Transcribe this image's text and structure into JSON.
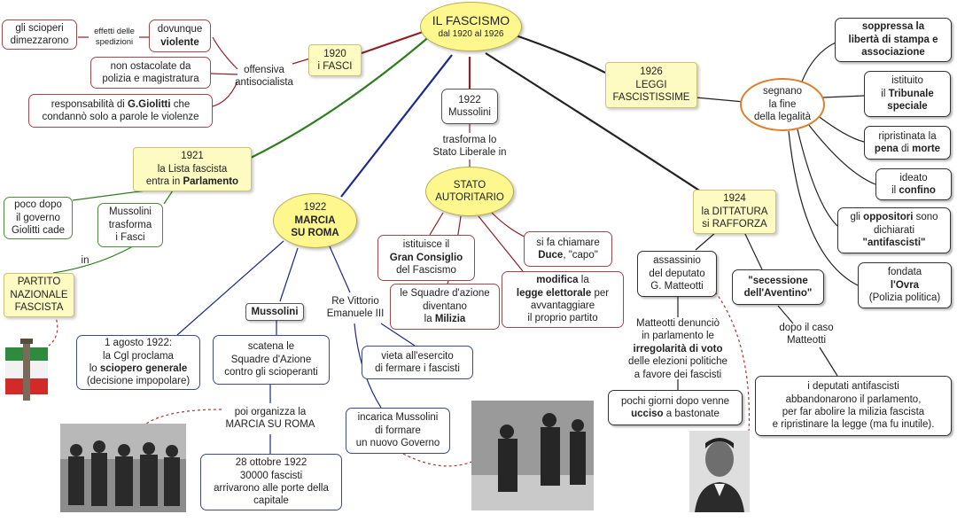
{
  "title": {
    "main": "IL FASCISMO",
    "sub": "dal 1920 al 1926"
  },
  "n1920": {
    "year": "1920",
    "label": "i FASCI"
  },
  "offensive": {
    "l1": "offensiva",
    "l2": "antisocialista"
  },
  "violente": {
    "l1": "dovunque",
    "l2": "violente"
  },
  "effetti": {
    "l1": "effetti delle",
    "l2": "spedizioni"
  },
  "scioperi": {
    "l1": "gli scioperi",
    "l2": "dimezzarono"
  },
  "polizia": {
    "l1": "non ostacolate da",
    "l2": "polizia e magistratura"
  },
  "giolitti_resp": {
    "l1a": "responsabilità di ",
    "l1b": "G.Giolitti",
    "l1c": " che",
    "l2": "condannò solo a parole le violenze"
  },
  "n1921": {
    "year": "1921",
    "l1": "la Lista fascista",
    "l2a": "entra in ",
    "l2b": "Parlamento"
  },
  "giolitti_cade": {
    "l1": "poco dopo",
    "l2": "il governo",
    "l3": "Giolitti cade"
  },
  "trasforma_fasci": {
    "l1": "Mussolini",
    "l2": "trasforma",
    "l3": "i Fasci"
  },
  "in": "in",
  "pnf": {
    "l1": "PARTITO",
    "l2": "NAZIONALE",
    "l3": "FASCISTA"
  },
  "marcia": {
    "year": "1922",
    "l1": "MARCIA",
    "l2": "SU ROMA"
  },
  "mussolini_lbl": "Mussolini",
  "re": {
    "l1": "Re Vittorio",
    "l2": "Emanuele III"
  },
  "cgl": {
    "l1": "1 agosto 1922:",
    "l2": "la Cgl proclama",
    "l3a": "lo ",
    "l3b": "sciopero generale",
    "l4": "(decisione impopolare)"
  },
  "scatena": {
    "l1": "scatena le",
    "l2": "Squadre d'Azione",
    "l3": "contro gli scioperanti"
  },
  "vieta": {
    "l1": "vieta all'esercito",
    "l2": "di fermare i fascisti"
  },
  "organizza": {
    "l1": "poi organizza la",
    "l2": "MARCIA SU ROMA"
  },
  "ottobre": {
    "l1": "28 ottobre 1922",
    "l2": "30000 fascisti",
    "l3": "arrivarono alle porte della",
    "l4": "capitale"
  },
  "incarica": {
    "l1": "incarica Mussolini",
    "l2": "di formare",
    "l3": "un nuovo Governo"
  },
  "n1922m": {
    "year": "1922",
    "label": "Mussolini"
  },
  "trasforma_stato": {
    "l1": "trasforma lo",
    "l2": "Stato Liberale in"
  },
  "stato": {
    "l1": "STATO",
    "l2": "AUTORITARIO"
  },
  "gran": {
    "l1": "istituisce il",
    "l2": "Gran Consiglio",
    "l3": "del Fascismo"
  },
  "duce": {
    "l1": "si fa chiamare",
    "l2a": "Duce",
    "l2b": ", \"capo\""
  },
  "squadre": {
    "l1": "le Squadre d'azione",
    "l2": "diventano",
    "l3a": "la ",
    "l3b": "Milizia"
  },
  "legge": {
    "l1a": "modifica",
    "l1b": " la",
    "l2a": "legge elettorale",
    "l2b": " per",
    "l3": "avvantaggiare",
    "l4": "il proprio partito"
  },
  "n1924": {
    "year": "1924",
    "l1": "la DITTATURA",
    "l2": "si RAFFORZA"
  },
  "assassinio": {
    "l1": "assassinio",
    "l2": "del deputato",
    "l3": "G. Matteotti"
  },
  "aventino": {
    "l1": "\"secessione",
    "l2": "dell'Aventino\""
  },
  "denuncio": {
    "l1": "Matteotti denunciò",
    "l2": "in parlamento le",
    "l3": "irregolarità di voto",
    "l4": "delle elezioni politiche",
    "l5": "a favore dei fascisti"
  },
  "ucciso": {
    "l1": "pochi giorni dopo venne",
    "l2a": "ucciso",
    "l2b": " a bastonate"
  },
  "dopo_caso": {
    "l1": "dopo il caso",
    "l2": "Matteotti"
  },
  "deputati": {
    "l1": "i deputati antifascisti",
    "l2": "abbandonarono il parlamento,",
    "l3": "per far abolire la milizia fascista",
    "l4": "e ripristinare la legge (ma fu inutile)."
  },
  "n1926": {
    "year": "1926",
    "l1": "LEGGI",
    "l2": "FASCISTISSIME"
  },
  "segnano": {
    "l1": "segnano",
    "l2": "la fine",
    "l3": "della legalità"
  },
  "soppressa": {
    "l1": "soppressa la",
    "l2": "libertà di stampa e",
    "l3": "associazione"
  },
  "tribunale": {
    "l1": "istituito",
    "l2a": "il ",
    "l2b": "Tribunale",
    "l3": "speciale"
  },
  "pena": {
    "l1": "ripristinata la",
    "l2a": "pena",
    "l2b": " di ",
    "l2c": "morte"
  },
  "confino": {
    "l1": "ideato",
    "l2a": "il ",
    "l2b": "confino"
  },
  "oppositori": {
    "l1a": "gli ",
    "l1b": "oppositori",
    "l1c": " sono",
    "l2": "dichiarati",
    "l3": "\"antifascisti\""
  },
  "ovra": {
    "l1": "fondata",
    "l2": "l'Ovra",
    "l3": "(Polizia politica)"
  },
  "colors": {
    "red_link": "#8f1f22",
    "green_link": "#2e7d1e",
    "blue_link": "#1b2a8c",
    "dark_link": "#222222",
    "oval_yellow": "#fdf78d",
    "box_yellow": "#fdfbc2",
    "orange_border": "#e07f2a"
  }
}
